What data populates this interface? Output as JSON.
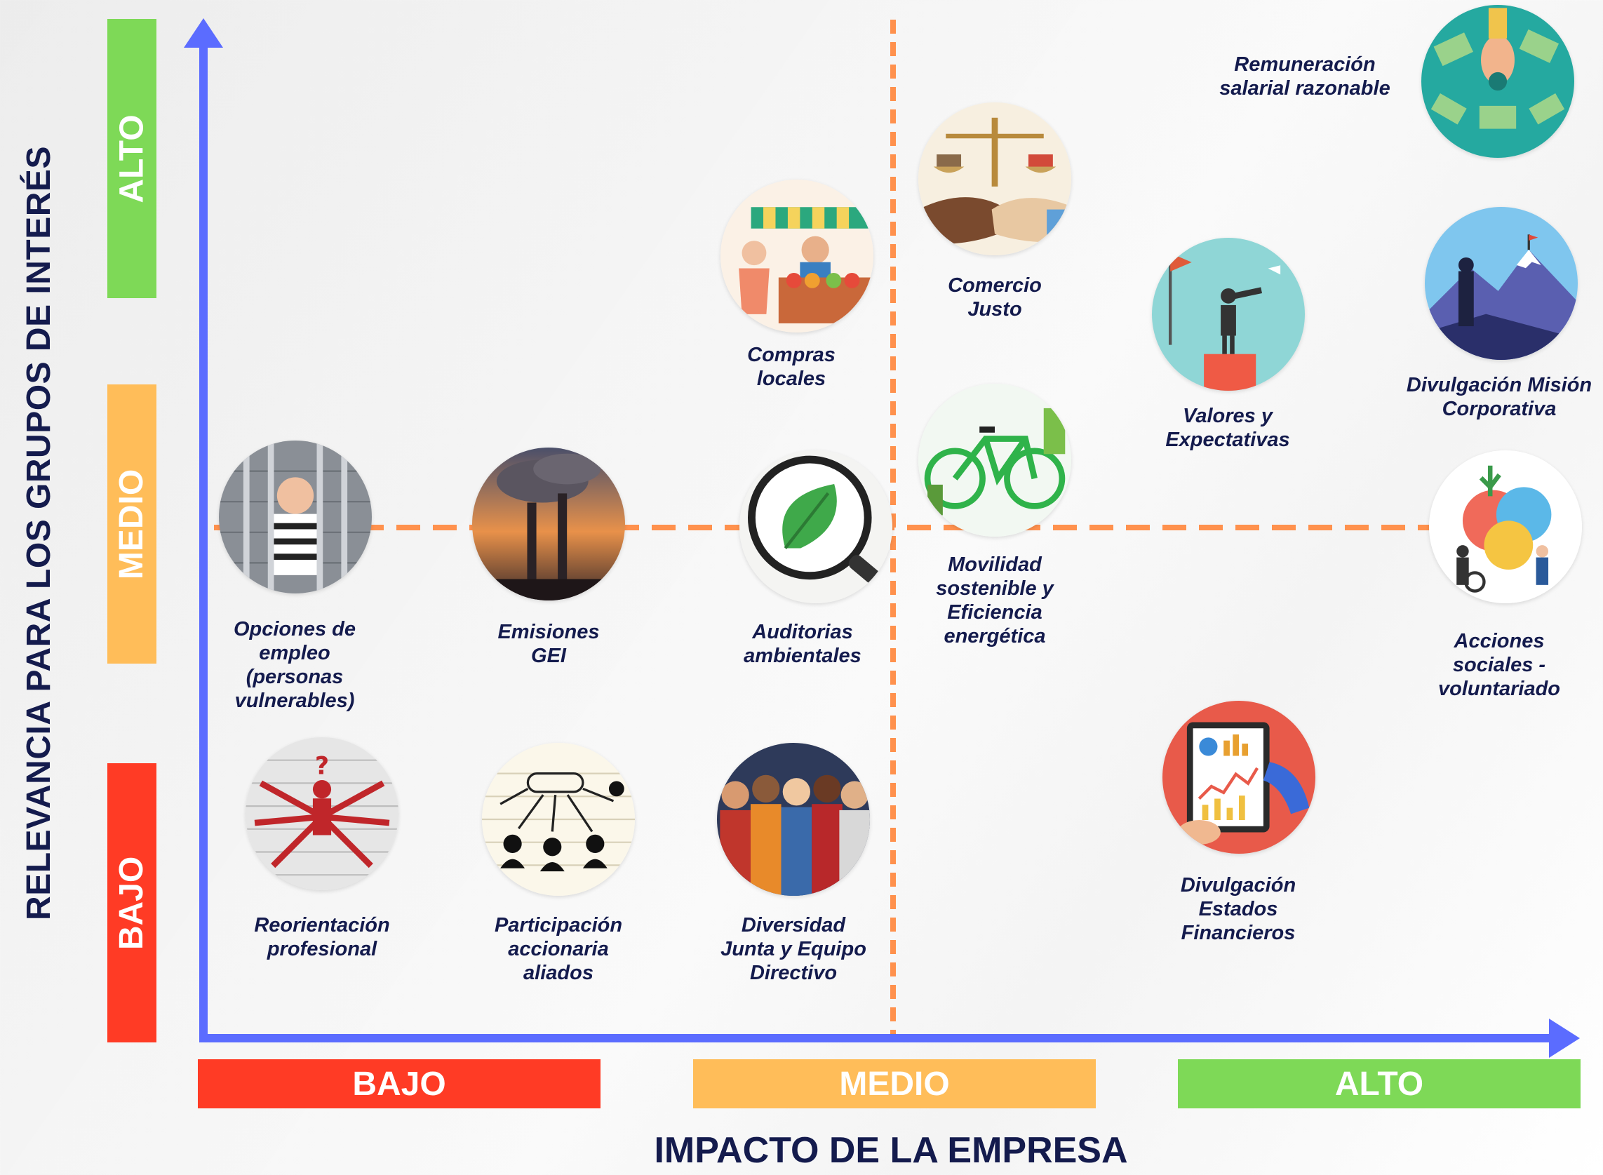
{
  "axes": {
    "y_title": "RELEVANCIA PARA LOS GRUPOS DE INTERÉS",
    "x_title": "IMPACTO DE LA EMPRESA"
  },
  "y_bands": [
    {
      "label": "ALTO",
      "color": "#7ed957"
    },
    {
      "label": "MEDIO",
      "color": "#ffbd59"
    },
    {
      "label": "BAJO",
      "color": "#ff3b25"
    }
  ],
  "x_bands": [
    {
      "label": "BAJO",
      "color": "#ff3b25"
    },
    {
      "label": "MEDIO",
      "color": "#ffbd59"
    },
    {
      "label": "ALTO",
      "color": "#7ed957"
    }
  ],
  "colors": {
    "axis": "#5b6cff",
    "guide": "#ff914d",
    "text": "#141b4d"
  },
  "topics": [
    {
      "label": "Remuneración\nsalarial  razonable",
      "icon": "hands-money-icon"
    },
    {
      "label": "Comercio\nJusto",
      "icon": "scale-handshake-icon"
    },
    {
      "label": "Compras\nlocales",
      "icon": "market-stall-icon"
    },
    {
      "label": "Valores y\nExpectativas",
      "icon": "telescope-man-icon"
    },
    {
      "label": "Divulgación Misión\nCorporativa",
      "icon": "mountain-flag-icon"
    },
    {
      "label": "Opciones de\nempleo\n(personas\nvulnerables)",
      "icon": "prisoner-icon"
    },
    {
      "label": "Emisiones\nGEI",
      "icon": "smokestack-icon"
    },
    {
      "label": "Auditorias\nambientales",
      "icon": "magnifier-leaf-icon"
    },
    {
      "label": "Movilidad\nsostenible y\nEficiencia\nenergética",
      "icon": "green-bicycle-icon"
    },
    {
      "label": "Acciones\nsociales -\nvoluntariado",
      "icon": "volunteers-icon"
    },
    {
      "label": "Reorientación\nprofesional",
      "icon": "career-question-icon"
    },
    {
      "label": "Participación\naccionaria\naliados",
      "icon": "shareholders-sketch-icon"
    },
    {
      "label": "Diversidad\nJunta y Equipo\nDirectivo",
      "icon": "diverse-crowd-icon"
    },
    {
      "label": "Divulgación\nEstados\nFinancieros",
      "icon": "tablet-report-icon"
    }
  ]
}
